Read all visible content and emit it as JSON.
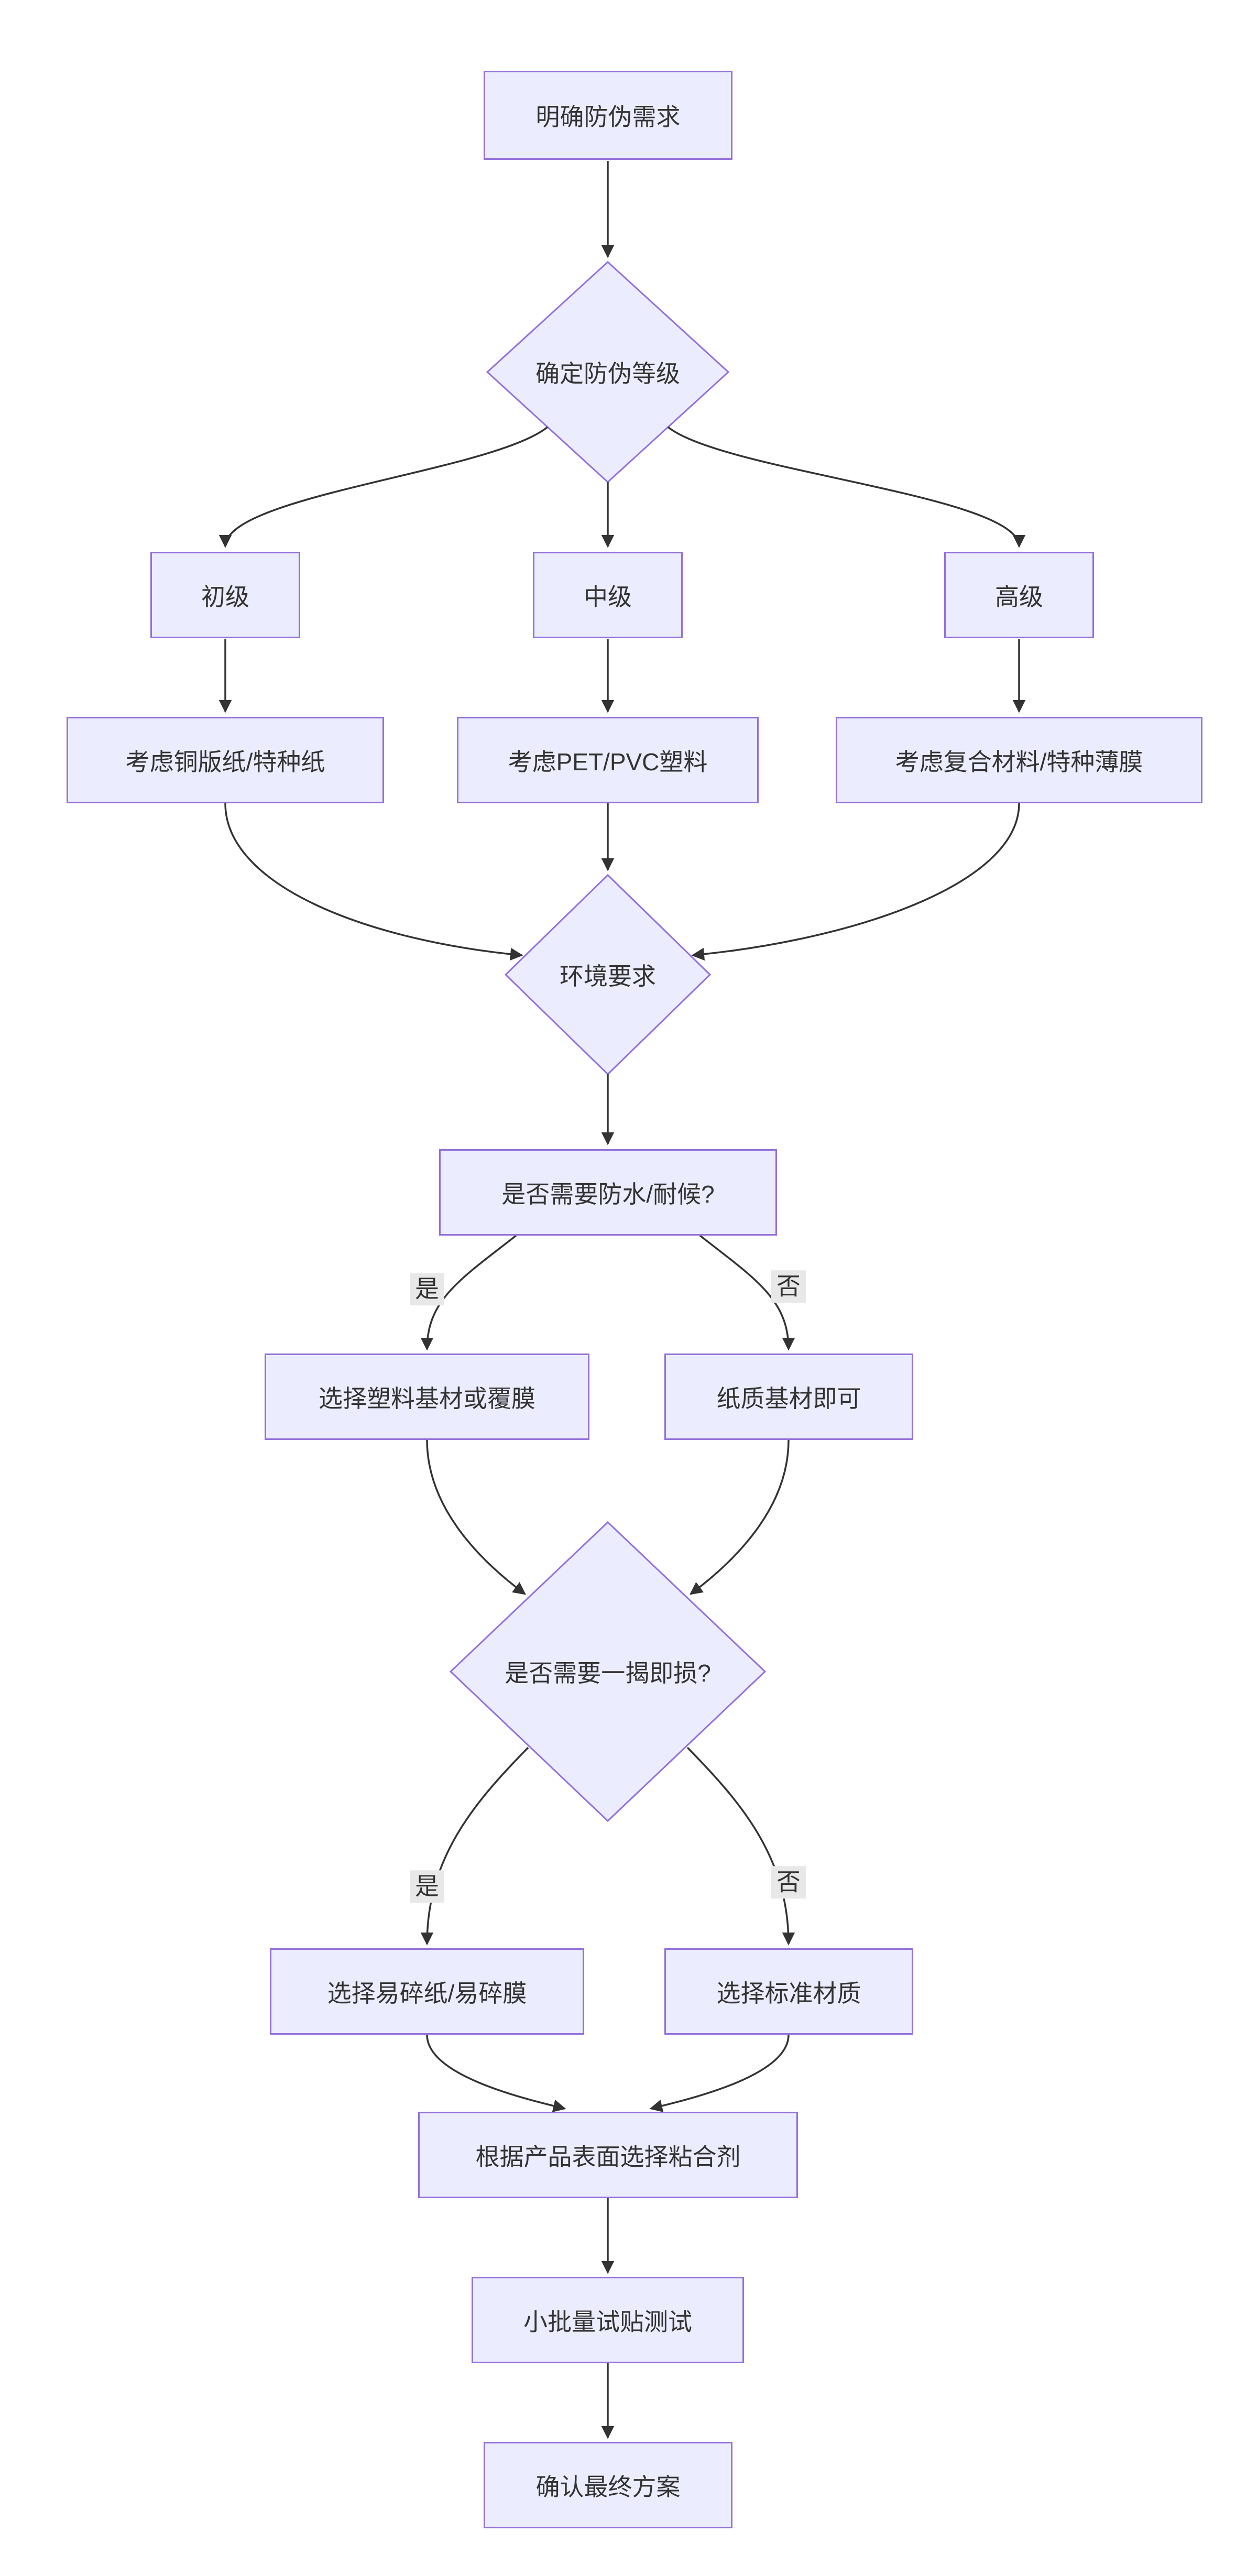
{
  "flow": {
    "type": "flowchart",
    "direction": "top-down",
    "colors": {
      "canvas_background": "#ffffff",
      "node_fill": "#ECECFF",
      "node_border": "#9370DB",
      "node_text": "#333333",
      "edge_line": "#333333",
      "edge_label_background": "#e8e8e8",
      "edge_label_text": "#333333"
    },
    "nodes": [
      {
        "id": "A",
        "shape": "rect",
        "label": "明确防伪需求"
      },
      {
        "id": "B",
        "shape": "diamond",
        "label": "确定防伪等级"
      },
      {
        "id": "C1",
        "shape": "rect",
        "label": "初级"
      },
      {
        "id": "C2",
        "shape": "rect",
        "label": "中级"
      },
      {
        "id": "C3",
        "shape": "rect",
        "label": "高级"
      },
      {
        "id": "D1",
        "shape": "rect",
        "label": "考虑铜版纸/特种纸"
      },
      {
        "id": "D2",
        "shape": "rect",
        "label": "考虑PET/PVC塑料"
      },
      {
        "id": "D3",
        "shape": "rect",
        "label": "考虑复合材料/特种薄膜"
      },
      {
        "id": "E",
        "shape": "diamond",
        "label": "环境要求"
      },
      {
        "id": "F",
        "shape": "rect",
        "label": "是否需要防水/耐候?"
      },
      {
        "id": "G1",
        "shape": "rect",
        "label": "选择塑料基材或覆膜"
      },
      {
        "id": "G2",
        "shape": "rect",
        "label": "纸质基材即可"
      },
      {
        "id": "H",
        "shape": "diamond",
        "label": "是否需要一揭即损?"
      },
      {
        "id": "I1",
        "shape": "rect",
        "label": "选择易碎纸/易碎膜"
      },
      {
        "id": "I2",
        "shape": "rect",
        "label": "选择标准材质"
      },
      {
        "id": "J",
        "shape": "rect",
        "label": "根据产品表面选择粘合剂"
      },
      {
        "id": "K",
        "shape": "rect",
        "label": "小批量试贴测试"
      },
      {
        "id": "L",
        "shape": "rect",
        "label": "确认最终方案"
      }
    ],
    "edges": [
      {
        "from": "A",
        "to": "B",
        "label": ""
      },
      {
        "from": "B",
        "to": "C1",
        "label": ""
      },
      {
        "from": "B",
        "to": "C2",
        "label": ""
      },
      {
        "from": "B",
        "to": "C3",
        "label": ""
      },
      {
        "from": "C1",
        "to": "D1",
        "label": ""
      },
      {
        "from": "C2",
        "to": "D2",
        "label": ""
      },
      {
        "from": "C3",
        "to": "D3",
        "label": ""
      },
      {
        "from": "D1",
        "to": "E",
        "label": ""
      },
      {
        "from": "D2",
        "to": "E",
        "label": ""
      },
      {
        "from": "D3",
        "to": "E",
        "label": ""
      },
      {
        "from": "E",
        "to": "F",
        "label": ""
      },
      {
        "from": "F",
        "to": "G1",
        "label": "是"
      },
      {
        "from": "F",
        "to": "G2",
        "label": "否"
      },
      {
        "from": "G1",
        "to": "H",
        "label": ""
      },
      {
        "from": "G2",
        "to": "H",
        "label": ""
      },
      {
        "from": "H",
        "to": "I1",
        "label": "是"
      },
      {
        "from": "H",
        "to": "I2",
        "label": "否"
      },
      {
        "from": "I1",
        "to": "J",
        "label": ""
      },
      {
        "from": "I2",
        "to": "J",
        "label": ""
      },
      {
        "from": "J",
        "to": "K",
        "label": ""
      },
      {
        "from": "K",
        "to": "L",
        "label": ""
      }
    ]
  }
}
